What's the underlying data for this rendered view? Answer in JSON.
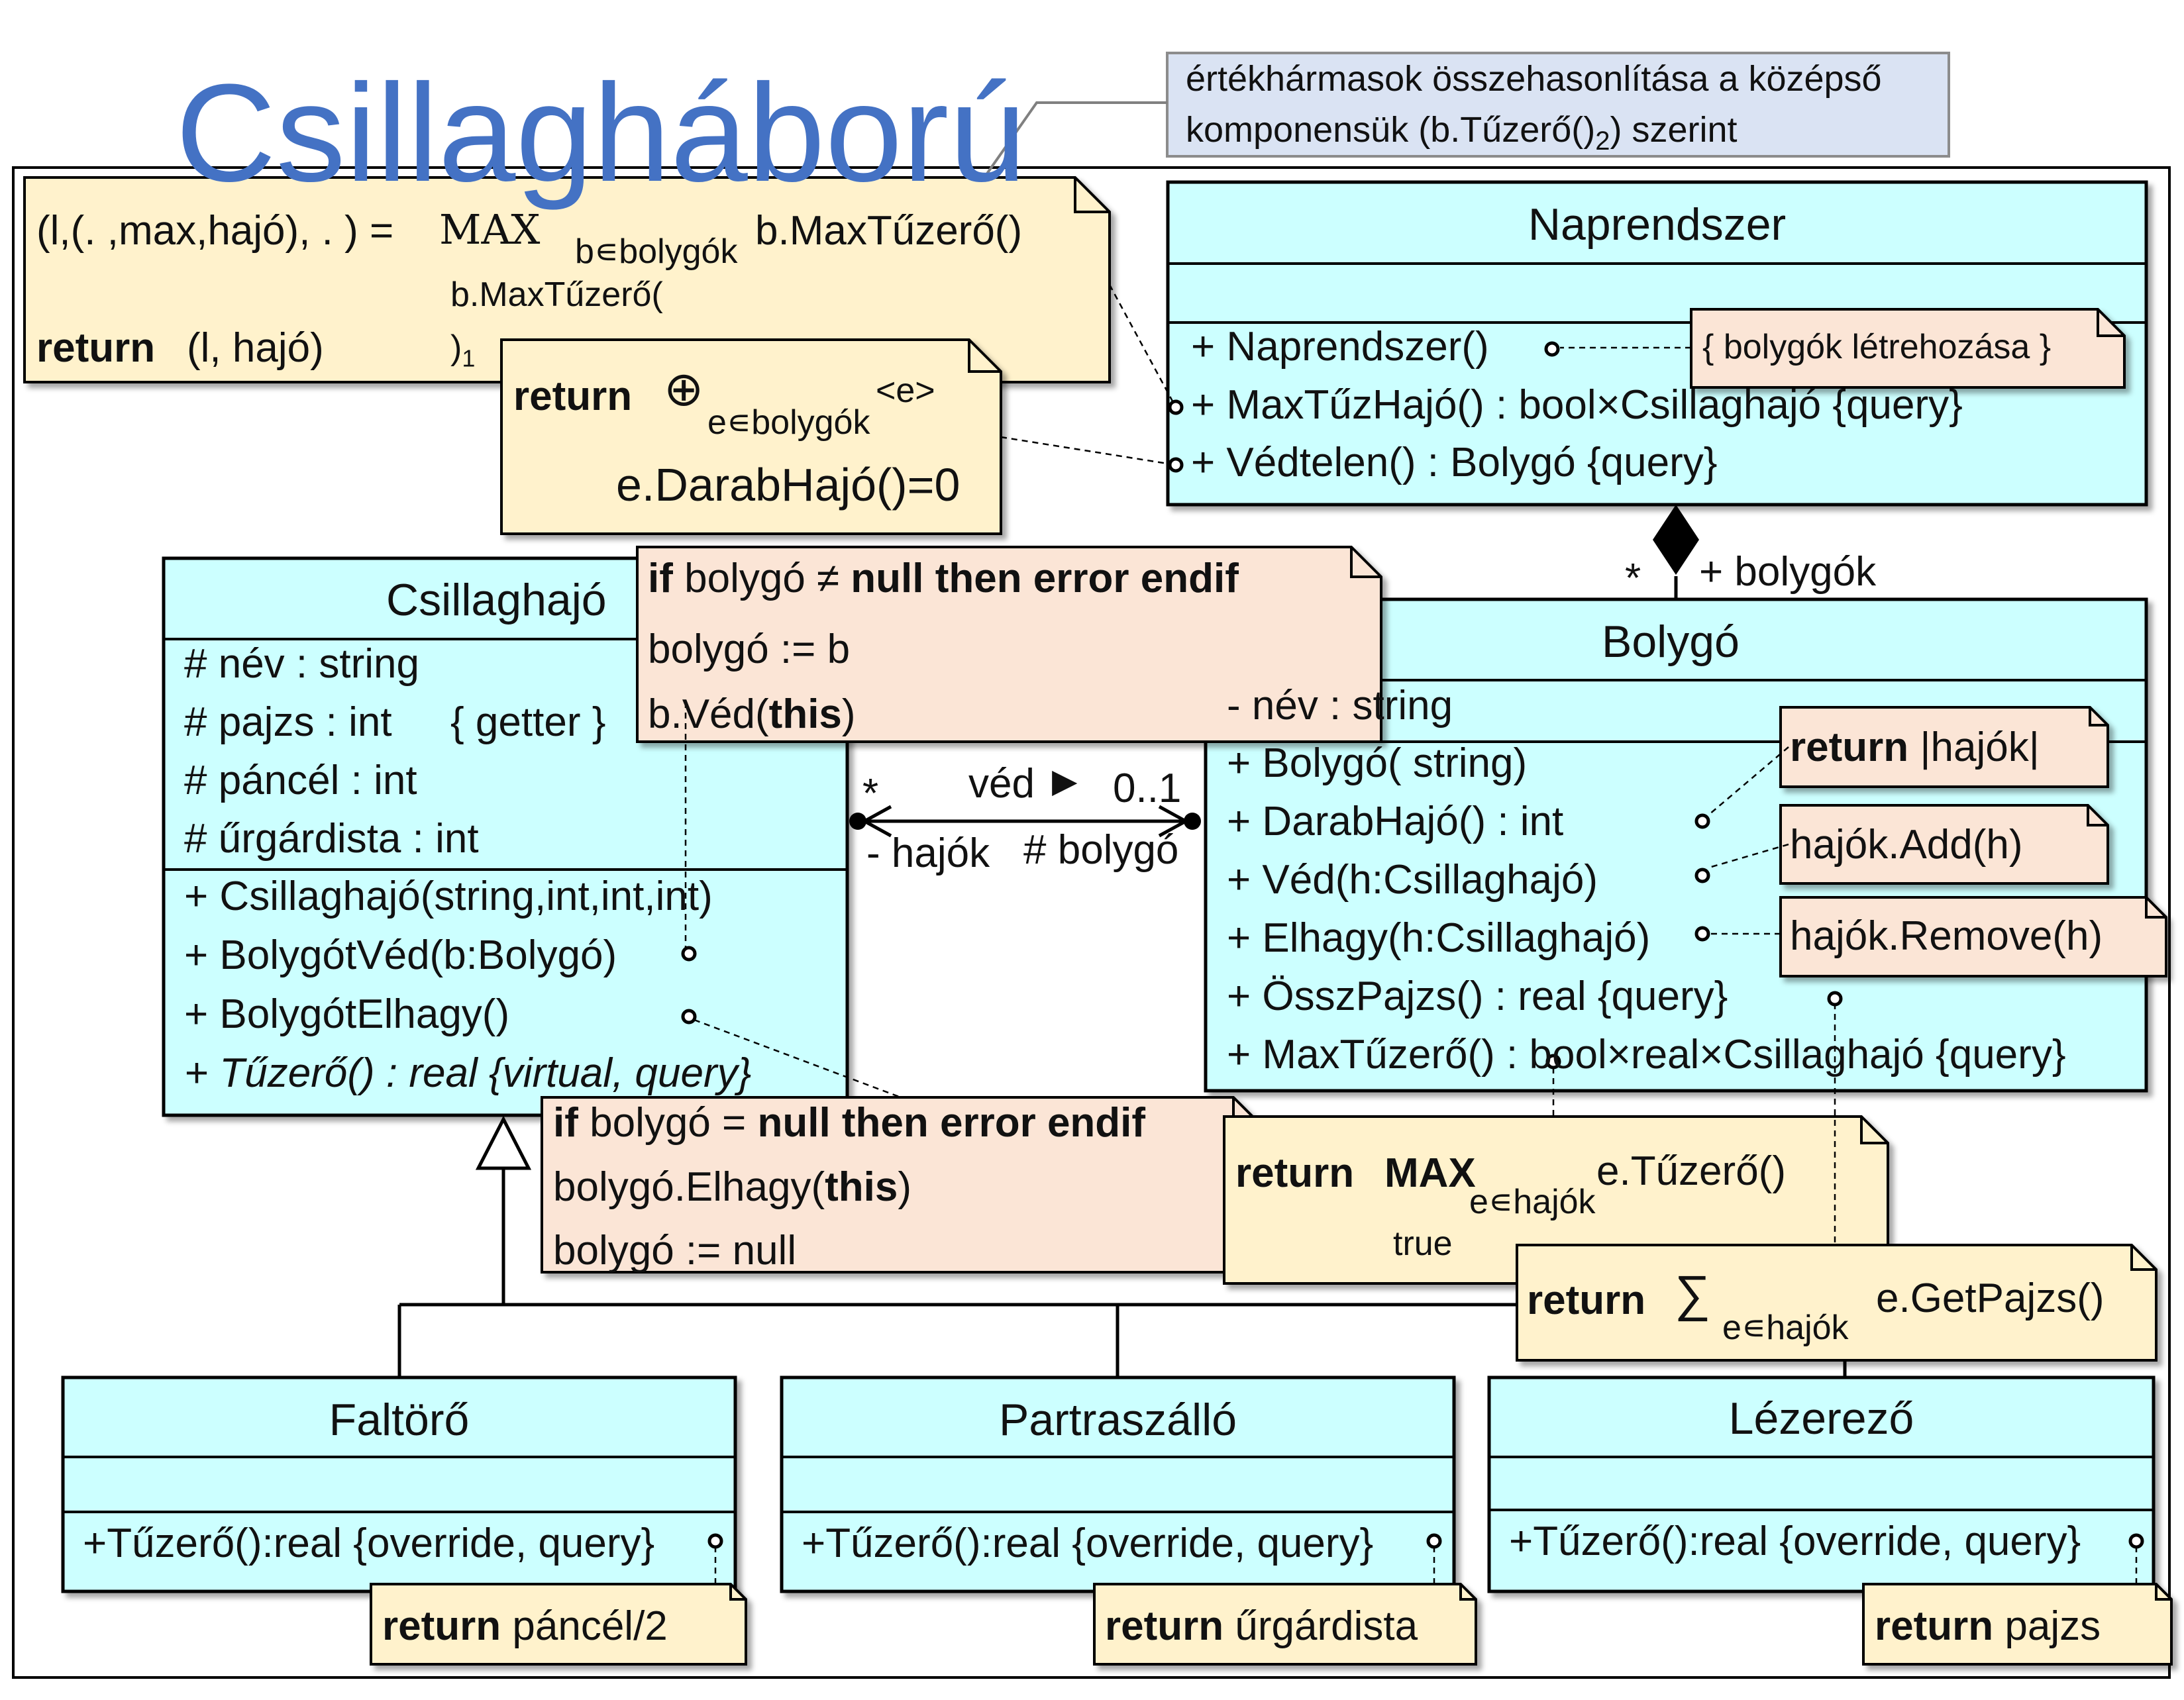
{
  "page": {
    "title": "Csillagháború"
  },
  "top_comment": {
    "line1": "értékhármasok összehasonlítása a középső",
    "line2_pre": "komponensük (b.Tűzerő()",
    "line2_sub": "2",
    "line2_post": ") szerint"
  },
  "note_maxtuzhajo": {
    "lhs": "(l,(. ,max,hajó), . ) =",
    "max_op": "MAX",
    "range": "b∊bolygók",
    "expr": "b.MaxTűzerő()",
    "cond_line1": "b.MaxTűzerő(",
    "cond_line2": ")",
    "cond_sub": "1",
    "return_kw": "return",
    "return_val": "(l, hajó)"
  },
  "note_vedtelen": {
    "return_kw": "return",
    "op": "⊕",
    "range": "e∊bolygók",
    "elem": "<e>",
    "cond": "e.DarabHajó()=0"
  },
  "naprendszer": {
    "name": "Naprendszer",
    "methods": [
      "+ Naprendszer()",
      "+ MaxTűzHajó() : bool×Csillaghajó {query}",
      "+ Védtelen() : Bolygó {query}"
    ],
    "note_ctor": "{ bolygók létrehozása }"
  },
  "composition": {
    "mult": "*",
    "role": "+ bolygók"
  },
  "csillaghajo": {
    "name": "Csillaghajó",
    "attributes": [
      "# név : string",
      "# pajzs : int",
      "# páncél : int",
      "# űrgárdista : int"
    ],
    "getter": "{ getter }",
    "methods": [
      "+ Csillaghajó(string,int,int,int)",
      "+ BolygótVéd(b:Bolygó)",
      "+ BolygótElhagy()",
      "+ Tűzerő() : real {virtual, query}"
    ]
  },
  "note_bolygotved": {
    "if_kw": "if",
    "cond": " bolygó ≠ ",
    "null_then": "null then error endif",
    "line2": "bolygó := b",
    "line3_pre": "b.Véd(",
    "this_kw": "this",
    "line3_post": ")"
  },
  "association": {
    "left_mult": "*",
    "name": "véd",
    "arrow": "▶",
    "right_mult": "0..1",
    "left_role": "- hajók",
    "right_role": "# bolygó"
  },
  "bolygo": {
    "name": "Bolygó",
    "attributes": [
      "- név : string"
    ],
    "methods": [
      "+ Bolygó( string)",
      "+ DarabHajó() : int",
      "+ Véd(h:Csillaghajó)",
      "+ Elhagy(h:Csillaghajó)",
      "+ ÖsszPajzs() : real {query}",
      "+ MaxTűzerő() : bool×real×Csillaghajó {query}"
    ],
    "note_darab_kw": "return",
    "note_darab_val": "|hajók|",
    "note_ved": "hajók.Add(h)",
    "note_elhagy": "hajók.Remove(h)"
  },
  "note_elhagy": {
    "if_kw": "if",
    "cond": " bolygó = ",
    "null_then": "null then error endif",
    "line2_pre": "bolygó.Elhagy(",
    "this_kw": "this",
    "line2_post": ")",
    "line3": "bolygó := null"
  },
  "note_maxtuzero": {
    "return_kw": "return",
    "max_kw": "MAX",
    "range": "e∊hajók",
    "cond": "true",
    "expr": "e.Tűzerő()"
  },
  "note_osszpajzs": {
    "return_kw": "return",
    "op": "∑",
    "range": "e∊hajók",
    "expr": "e.GetPajzs()"
  },
  "subclasses": [
    {
      "name": "Faltörő",
      "method": "+Tűzerő():real {override, query}",
      "note_kw": "return",
      "note_val": "páncél/2"
    },
    {
      "name": "Partraszálló",
      "method": "+Tűzerő():real {override, query}",
      "note_kw": "return",
      "note_val": "űrgárdista"
    },
    {
      "name": "Lézerező",
      "method": "+Tűzerő():real {override, query}",
      "note_kw": "return",
      "note_val": "pajzs"
    }
  ],
  "colors": {
    "class_fill": "#ccffff",
    "note_yellow": "#fff2cc",
    "note_pink": "#fbe5d6",
    "top_comment_fill": "#dae3f3",
    "title": "#4472c4"
  }
}
